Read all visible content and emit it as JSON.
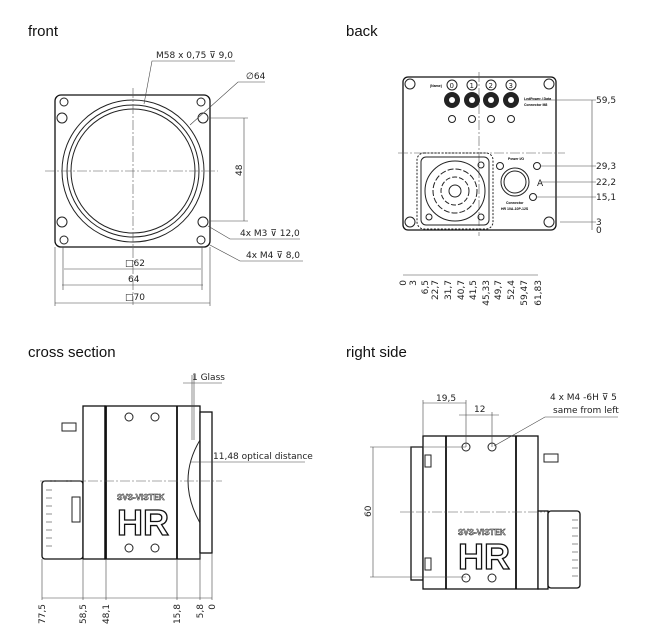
{
  "views": {
    "front": {
      "title": "front",
      "thread_callout": "M58 x 0,75 ⊽ 9,0",
      "diameter_callout": "∅64",
      "height_dim": "48",
      "m3_callout": "4x M3 ⊽ 12,0",
      "m4_callout": "4x M4 ⊽ 8,0",
      "width_62": "□62",
      "width_64": "64",
      "width_70": "□70"
    },
    "back": {
      "title": "back",
      "port_labels": [
        "0",
        "1",
        "2",
        "3"
      ],
      "io_label": "(Name)",
      "data_connector_label": [
        "LedPower / Data",
        "Connector M8"
      ],
      "power_label": "Power I/O",
      "power_connector_label": [
        "Connector",
        "HR 10A-10P-12S"
      ],
      "datum_label": "A",
      "vertical_dims": [
        "59,5",
        "29,3",
        "22,2",
        "15,1",
        "3",
        "0"
      ],
      "horizontal_dims": [
        "0",
        "3",
        "6,5",
        "22,7",
        "31,7",
        "40,7",
        "41,5",
        "45,33",
        "49,7",
        "52,4",
        "59,47",
        "61,83"
      ]
    },
    "cross_section": {
      "title": "cross section",
      "glass_callout": "1 Glass",
      "optical_callout": "11,48 optical distance",
      "brand": "SVS-VISTEK",
      "logo": "HR",
      "dims": [
        "77,5",
        "58,5",
        "48,1",
        "15,8",
        "5,8",
        "0"
      ]
    },
    "right_side": {
      "title": "right side",
      "dim_19_5": "19,5",
      "dim_12": "12",
      "dim_60": "60",
      "hole_callout": "4 x M4 -6H ⊽ 5",
      "hole_callout_note": "same from left",
      "brand": "SVS-VISTEK",
      "logo": "HR"
    }
  }
}
